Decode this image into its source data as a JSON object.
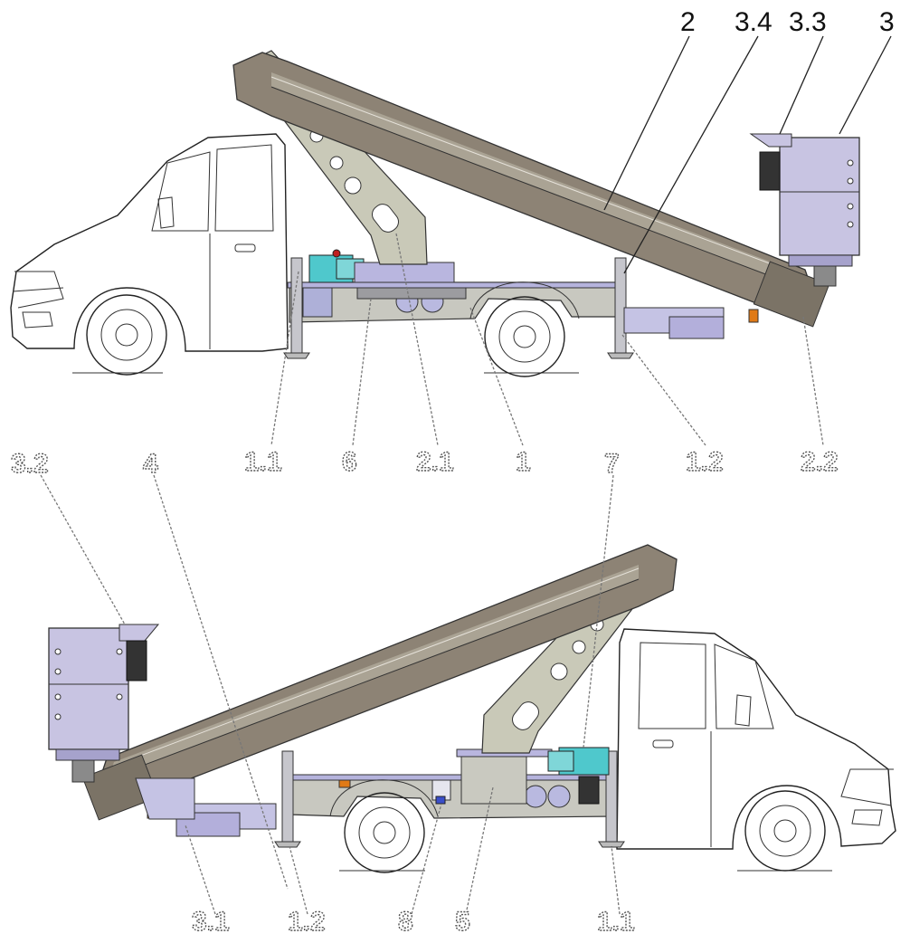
{
  "callouts_top": [
    "2",
    "3.4",
    "3.3",
    "3"
  ],
  "callouts_top_bottom": [
    "1.1",
    "6",
    "2.1",
    "1",
    "1.2",
    "2.2"
  ],
  "callouts_bottom_top": [
    "3.2",
    "4",
    "7"
  ],
  "callouts_bottom_bottom": [
    "3.1",
    "1.2",
    "8",
    "5",
    "1.1"
  ],
  "colors": {
    "boom": "#8d8375",
    "boom_light": "#aaa394",
    "arm": "#c9c9b8",
    "platform": "#c8c4e2",
    "platform_dark": "#a6a2cc",
    "cyan_unit": "#4fc8cc",
    "chassis": "#bdbdcf",
    "orange_light": "#e07a16",
    "red_light": "#c02020",
    "outline": "#222222"
  }
}
